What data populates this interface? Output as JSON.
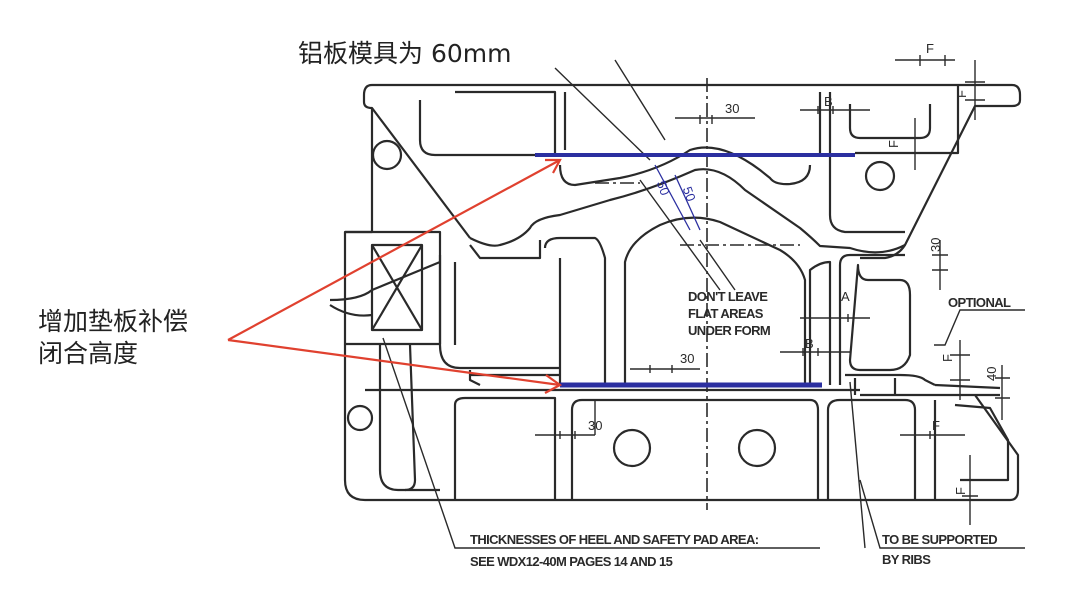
{
  "annotations": {
    "top_label": "铝板模具为 60mm",
    "left_label_line1": "增加垫板补偿",
    "left_label_line2": "闭合高度"
  },
  "notes": {
    "dont_leave_1": "DON'T LEAVE",
    "dont_leave_2": "FLAT AREAS",
    "dont_leave_3": "UNDER FORM",
    "optional": "OPTIONAL",
    "thickness_1": "THICKNESSES OF HEEL AND SAFETY PAD AREA:",
    "thickness_2": "SEE WDX12-40M PAGES 14 AND 15",
    "support_1": "TO BE SUPPORTED",
    "support_2": "BY RIBS"
  },
  "dimensions": {
    "top_30": "30",
    "top_b": "B",
    "top_f": "F",
    "right_f1": "F",
    "right_f2": "F",
    "right_30": "30",
    "mid_a": "A",
    "mid_b": "B",
    "mid_30": "30",
    "right_f3": "F",
    "right_40": "40",
    "low_30": "30",
    "low_f": "F",
    "low_f2": "F",
    "blue_50a": "50",
    "blue_50b": "50"
  },
  "colors": {
    "shim_line": "#2b2fa0",
    "arrow": "#e0412f",
    "drawing": "#2a2a2a"
  }
}
